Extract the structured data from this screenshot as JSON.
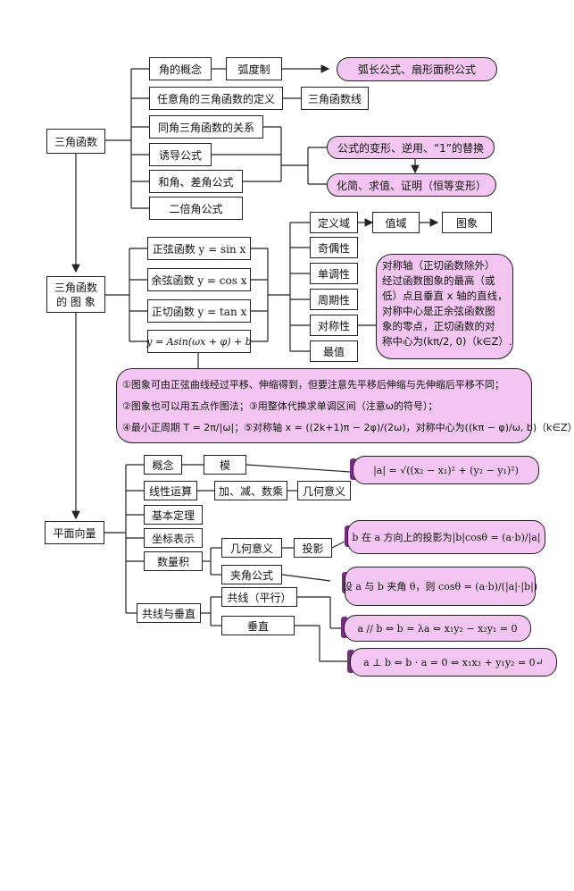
{
  "trig": {
    "root": "三角函数",
    "concept": "角的概念",
    "radian": "弧度制",
    "arc_formula": "弧长公式、扇形面积公式",
    "any_angle_def": "任意角的三角函数的定义",
    "trig_line": "三角函数线",
    "same_angle": "同角三角函数的关系",
    "induction": "诱导公式",
    "sum_diff": "和角、差角公式",
    "double": "二倍角公式",
    "transform": "公式的变形、逆用、“1”的替换",
    "simplify": "化简、求值、证明（恒等变形）"
  },
  "graph": {
    "root_line1": "三角函数",
    "root_line2": "的 图 象",
    "sin": "正弦函数 y = sin x",
    "cos": "余弦函数 y = cos x",
    "tan": "正切函数 y = tan x",
    "general": "y = Asin(ωx + φ) + b",
    "domain": "定义域",
    "range": "值域",
    "image": "图象",
    "parity": "奇偶性",
    "monotonic": "单调性",
    "period": "周期性",
    "symmetry": "对称性",
    "extreme": "最值",
    "sym_note": [
      "对称轴（正切函数除外）",
      "经过函数图象的最高（或",
      "低）点且垂直 x 轴的直线，",
      "对称中心是正余弦函数图",
      "象的零点，正切函数的对",
      "称中心为(kπ/2, 0)（k∈Z）."
    ],
    "note_lines": [
      "①图象可由正弦曲线经过平移、伸缩得到，但要注意先平移后伸缩与先伸缩后平移不同；",
      "②图象也可以用五点作图法；③用整体代换求单调区间（注意ω的符号）；",
      "④最小正周期 T = 2π/|ω|；⑤对称轴 x = ((2k+1)π − 2φ)/(2ω)，对称中心为((kπ − φ)/ω, b)（k∈Z）."
    ]
  },
  "vector": {
    "root": "平面向量",
    "concept": "概念",
    "modulus": "模",
    "modulus_formula": "|a| = √((x₂ − x₁)² + (y₂ − y₁)²)",
    "linear": "线性运算",
    "ops": "加、减、数乘",
    "geo_meaning": "几何意义",
    "basic": "基本定理",
    "coord": "坐标表示",
    "dot": "数量积",
    "geo_meaning2": "几何意义",
    "projection": "投影",
    "projection_formula": "b 在 a 方向上的投影为|b|cosθ = (a·b)/|a|",
    "angle": "夹角公式",
    "angle_formula": "设 a 与 b 夹角 θ，则 cosθ = (a·b)/(|a|·|b|)",
    "colinear_perp": "共线与垂直",
    "parallel": "共线（平行）",
    "perpendicular": "垂直",
    "parallel_formula": "a // b ⇔ b = λa ⇔ x₁y₂ − x₂y₁ = 0",
    "perp_formula": "a ⊥ b ⇔ b · a = 0 ⇔ x₁x₂ + y₁y₂ = 0↵"
  },
  "colors": {
    "pink": "#f2c6f0",
    "line": "#222222",
    "tab": "#7a2a86"
  }
}
